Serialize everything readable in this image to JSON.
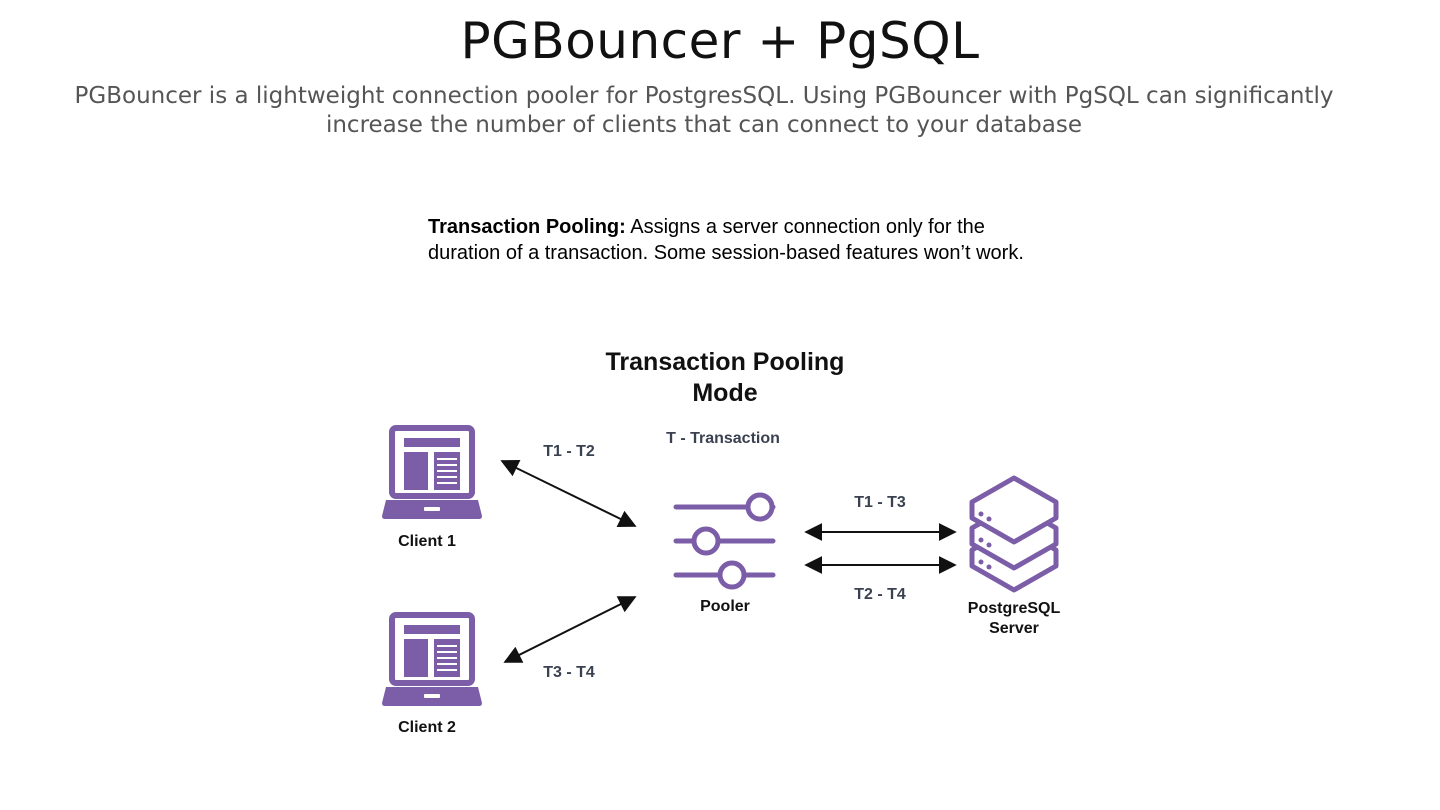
{
  "header": {
    "title": "PGBouncer + PgSQL",
    "subtitle": "PGBouncer is a lightweight connection pooler for PostgresSQL. Using PGBouncer with PgSQL can significantly increase the number of clients that can connect to your database"
  },
  "description": {
    "bold": "Transaction Pooling:",
    "text": " Assigns a server connection only for the duration of a transaction. Some session-based features won’t work."
  },
  "diagram": {
    "title_line1": "Transaction Pooling",
    "title_line2": "Mode",
    "legend": "T - Transaction",
    "client1_label": "Client 1",
    "client2_label": "Client 2",
    "pooler_label": "Pooler",
    "server_label_line1": "PostgreSQL",
    "server_label_line2": "Server",
    "edge_client1": "T1 - T2",
    "edge_client2": "T3 - T4",
    "edge_server_top": "T1 - T3",
    "edge_server_bottom": "T2 - T4",
    "accent_color": "#7b5ea7"
  }
}
